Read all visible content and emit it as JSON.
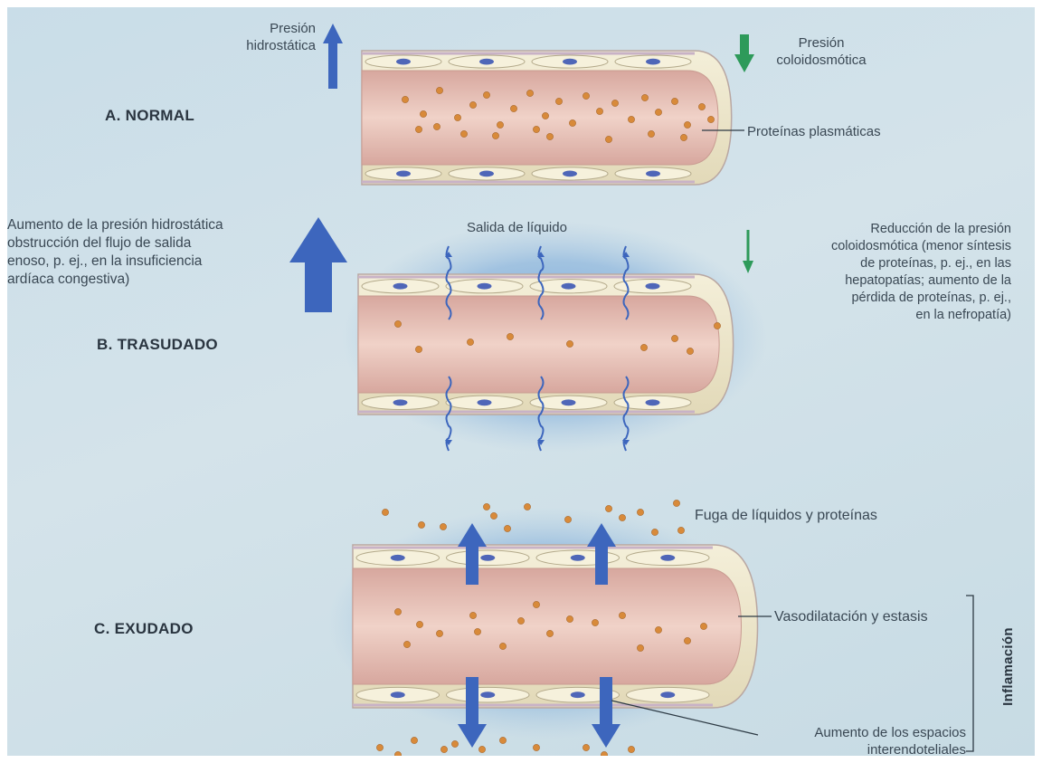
{
  "colors": {
    "background": "#cbdde6",
    "vessel_lumen": "#e4bcb2",
    "vessel_wall": "#f0ead2",
    "endothelial_nucleus": "#4f66b8",
    "protein_dot": "#d88a3a",
    "pressure_arrow": "#3d66bd",
    "oncotic_arrow": "#2e9a5a",
    "fluid_halo": "#6fa3d6"
  },
  "panels": {
    "normal": {
      "title": "A. NORMAL",
      "hydrostatic_label": "Presión\nhidrostática",
      "oncotic_label": "Presión\ncoloidosmótica",
      "protein_label": "Proteínas plasmáticas"
    },
    "transudate": {
      "title": "B. TRASUDADO",
      "hydrostatic_label": "Aumento de la presión hidrostática\nobstrucción del flujo de salida\nenoso, p. ej., en la insuficiencia\nardíaca congestiva)",
      "oncotic_label": "Reducción de la presión\ncoloidosmótica (menor síntesis\nde proteínas, p. ej., en las\nhepatopatías; aumento de la\npérdida de proteínas, p. ej.,\nen la nefropatía)",
      "fluid_label": "Salida de líquido"
    },
    "exudate": {
      "title": "C. EXUDADO",
      "leak_label": "Fuga de líquidos y proteínas",
      "vasodilation_label": "Vasodilatación y estasis",
      "gaps_label": "Aumento de los espacios\ninterendoteliales",
      "bracket_label": "Inflamación"
    }
  },
  "icons": [
    "up-arrow-icon",
    "down-arrow-icon",
    "wavy-arrow-icon",
    "protein-dot-icon",
    "endothelial-cell-icon"
  ]
}
